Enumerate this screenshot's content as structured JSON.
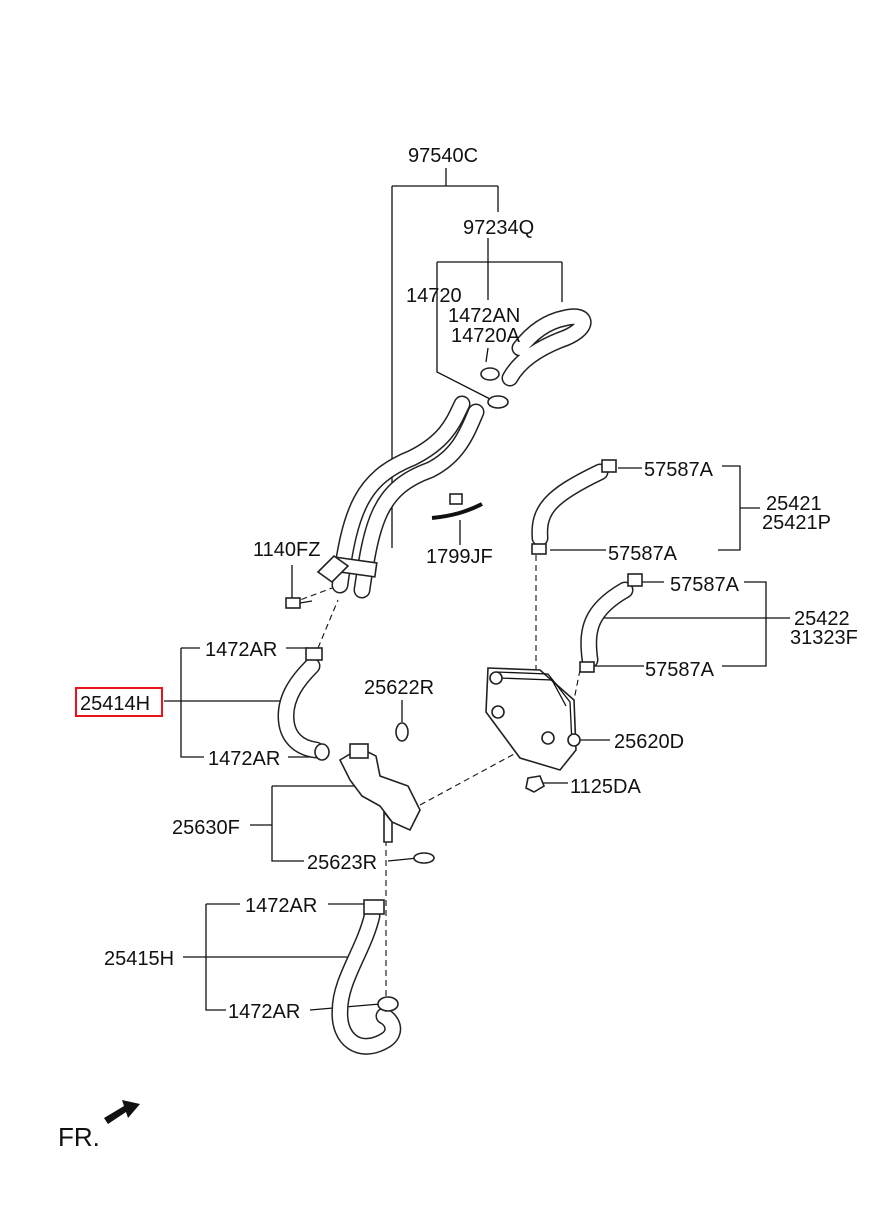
{
  "labels": {
    "p97540C": "97540C",
    "p97234Q": "97234Q",
    "p14720": "14720",
    "p1472AN": "1472AN",
    "p14720A": "14720A",
    "p57587A_1": "57587A",
    "p25421": "25421",
    "p25421P": "25421P",
    "p57587A_2": "57587A",
    "p1140FZ": "1140FZ",
    "p1799JF": "1799JF",
    "p57587A_3": "57587A",
    "p25422": "25422",
    "p31323F": "31323F",
    "p57587A_4": "57587A",
    "p1472AR_1": "1472AR",
    "p25414H": "25414H",
    "p25622R": "25622R",
    "p1472AR_2": "1472AR",
    "p25620D": "25620D",
    "p1125DA": "1125DA",
    "p25630F": "25630F",
    "p25623R": "25623R",
    "p1472AR_3": "1472AR",
    "p25415H": "25415H",
    "p1472AR_4": "1472AR"
  },
  "direction_marker": "FR.",
  "highlight_color": "#e8141c"
}
